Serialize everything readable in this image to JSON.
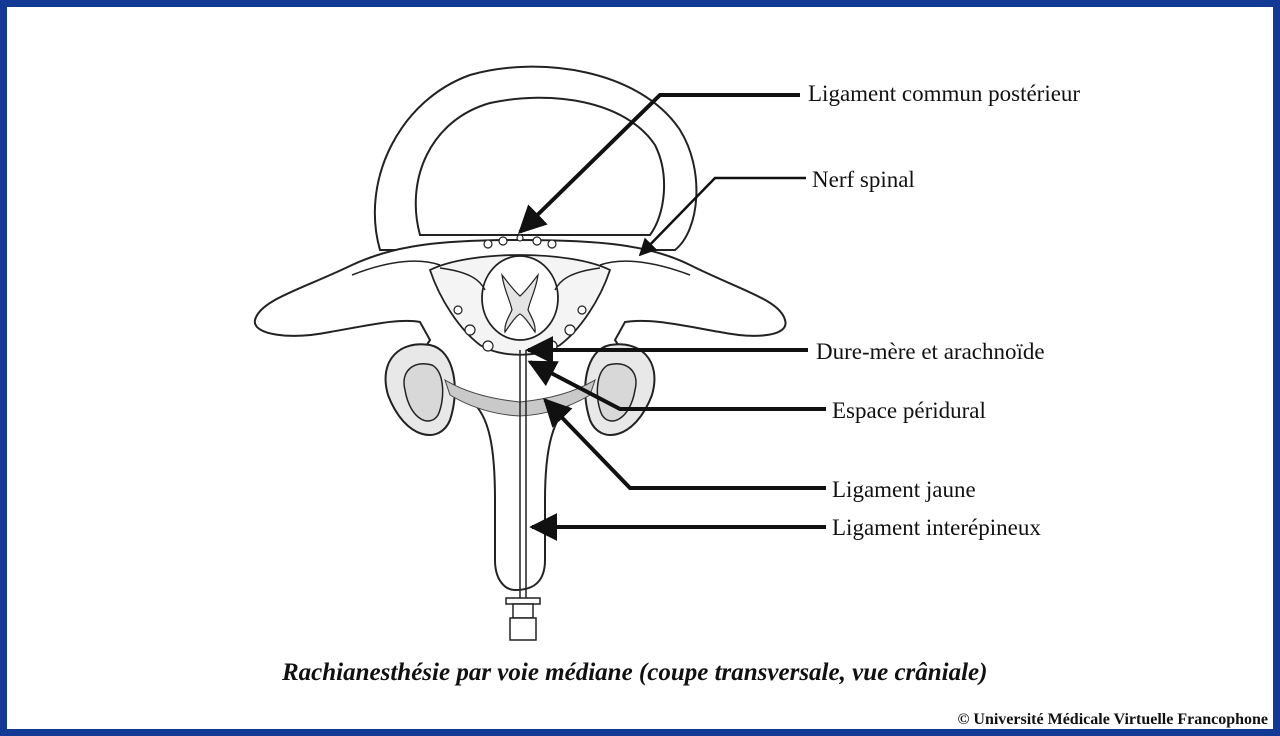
{
  "labels": {
    "ligament_commun_posterieur": "Ligament commun postérieur",
    "nerf_spinal": "Nerf spinal",
    "dure_mere": "Dure-mère et arachnoïde",
    "espace_peridural": "Espace péridural",
    "ligament_jaune": "Ligament jaune",
    "ligament_interepineux": "Ligament interépineux"
  },
  "caption": "Rachianesthésie par voie médiane (coupe transversale, vue crâniale)",
  "copyright": "© Université Médicale Virtuelle Francophone",
  "colors": {
    "border": "#123a94",
    "line": "#111111",
    "ligament_fill": "#c9c9c9"
  }
}
